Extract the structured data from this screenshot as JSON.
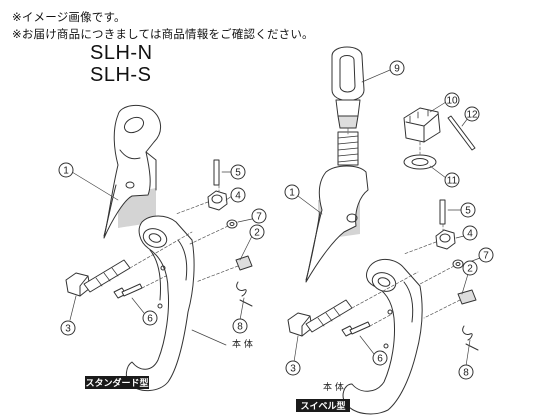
{
  "notices": {
    "line1": "※イメージ画像です。",
    "line2": "※お届け商品につきましては商品情報をご確認ください。"
  },
  "models": {
    "n": "SLH-N",
    "s": "SLH-S"
  },
  "standard": {
    "labels": {
      "p1": "1",
      "p2": "2",
      "p3": "3",
      "p4": "4",
      "p5": "5",
      "p6": "6",
      "p7": "7",
      "p8": "8"
    },
    "body_label": "本 体",
    "type_label": "スタンダード型"
  },
  "swivel": {
    "labels": {
      "p1": "1",
      "p2": "2",
      "p3": "3",
      "p4": "4",
      "p5": "5",
      "p6": "6",
      "p7": "7",
      "p8": "8",
      "p9": "9",
      "p10": "10",
      "p11": "11",
      "p12": "12"
    },
    "body_label": "本 体",
    "type_label": "スイベル型"
  },
  "colors": {
    "line": "#333333",
    "shade": "#cfcfcf",
    "tag": "#1a1a1a"
  }
}
